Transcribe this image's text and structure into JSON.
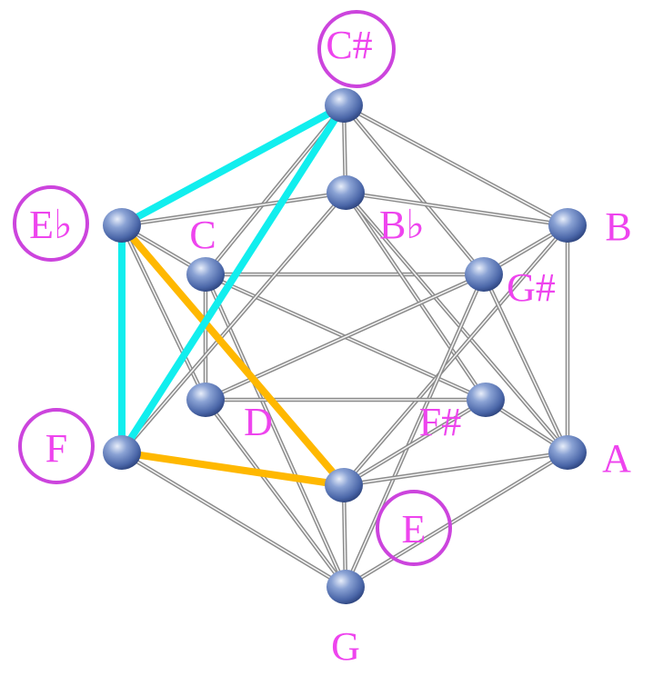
{
  "diagram": {
    "type": "icosahedron-tonnetz",
    "colors": {
      "label": "#ee44ee",
      "circle": "#cc44dd",
      "edge": "#8a8a8a",
      "node": "#4f6fb0",
      "triangle_cyan": "#11eeee",
      "triangle_orange": "#ffb800"
    },
    "notes": {
      "Csharp": "C#",
      "Eflat": "E♭",
      "C": "C",
      "Bflat": "B♭",
      "B": "B",
      "Gsharp": "G#",
      "F": "F",
      "D": "D",
      "Fsharp": "F#",
      "A": "A",
      "E": "E",
      "G": "G"
    },
    "circled_notes": [
      "C#",
      "E♭",
      "F",
      "E"
    ],
    "highlighted_triangles": [
      {
        "color": "cyan",
        "notes": [
          "C#",
          "E♭",
          "F"
        ]
      },
      {
        "color": "orange",
        "notes": [
          "E♭",
          "F",
          "E"
        ]
      }
    ]
  }
}
